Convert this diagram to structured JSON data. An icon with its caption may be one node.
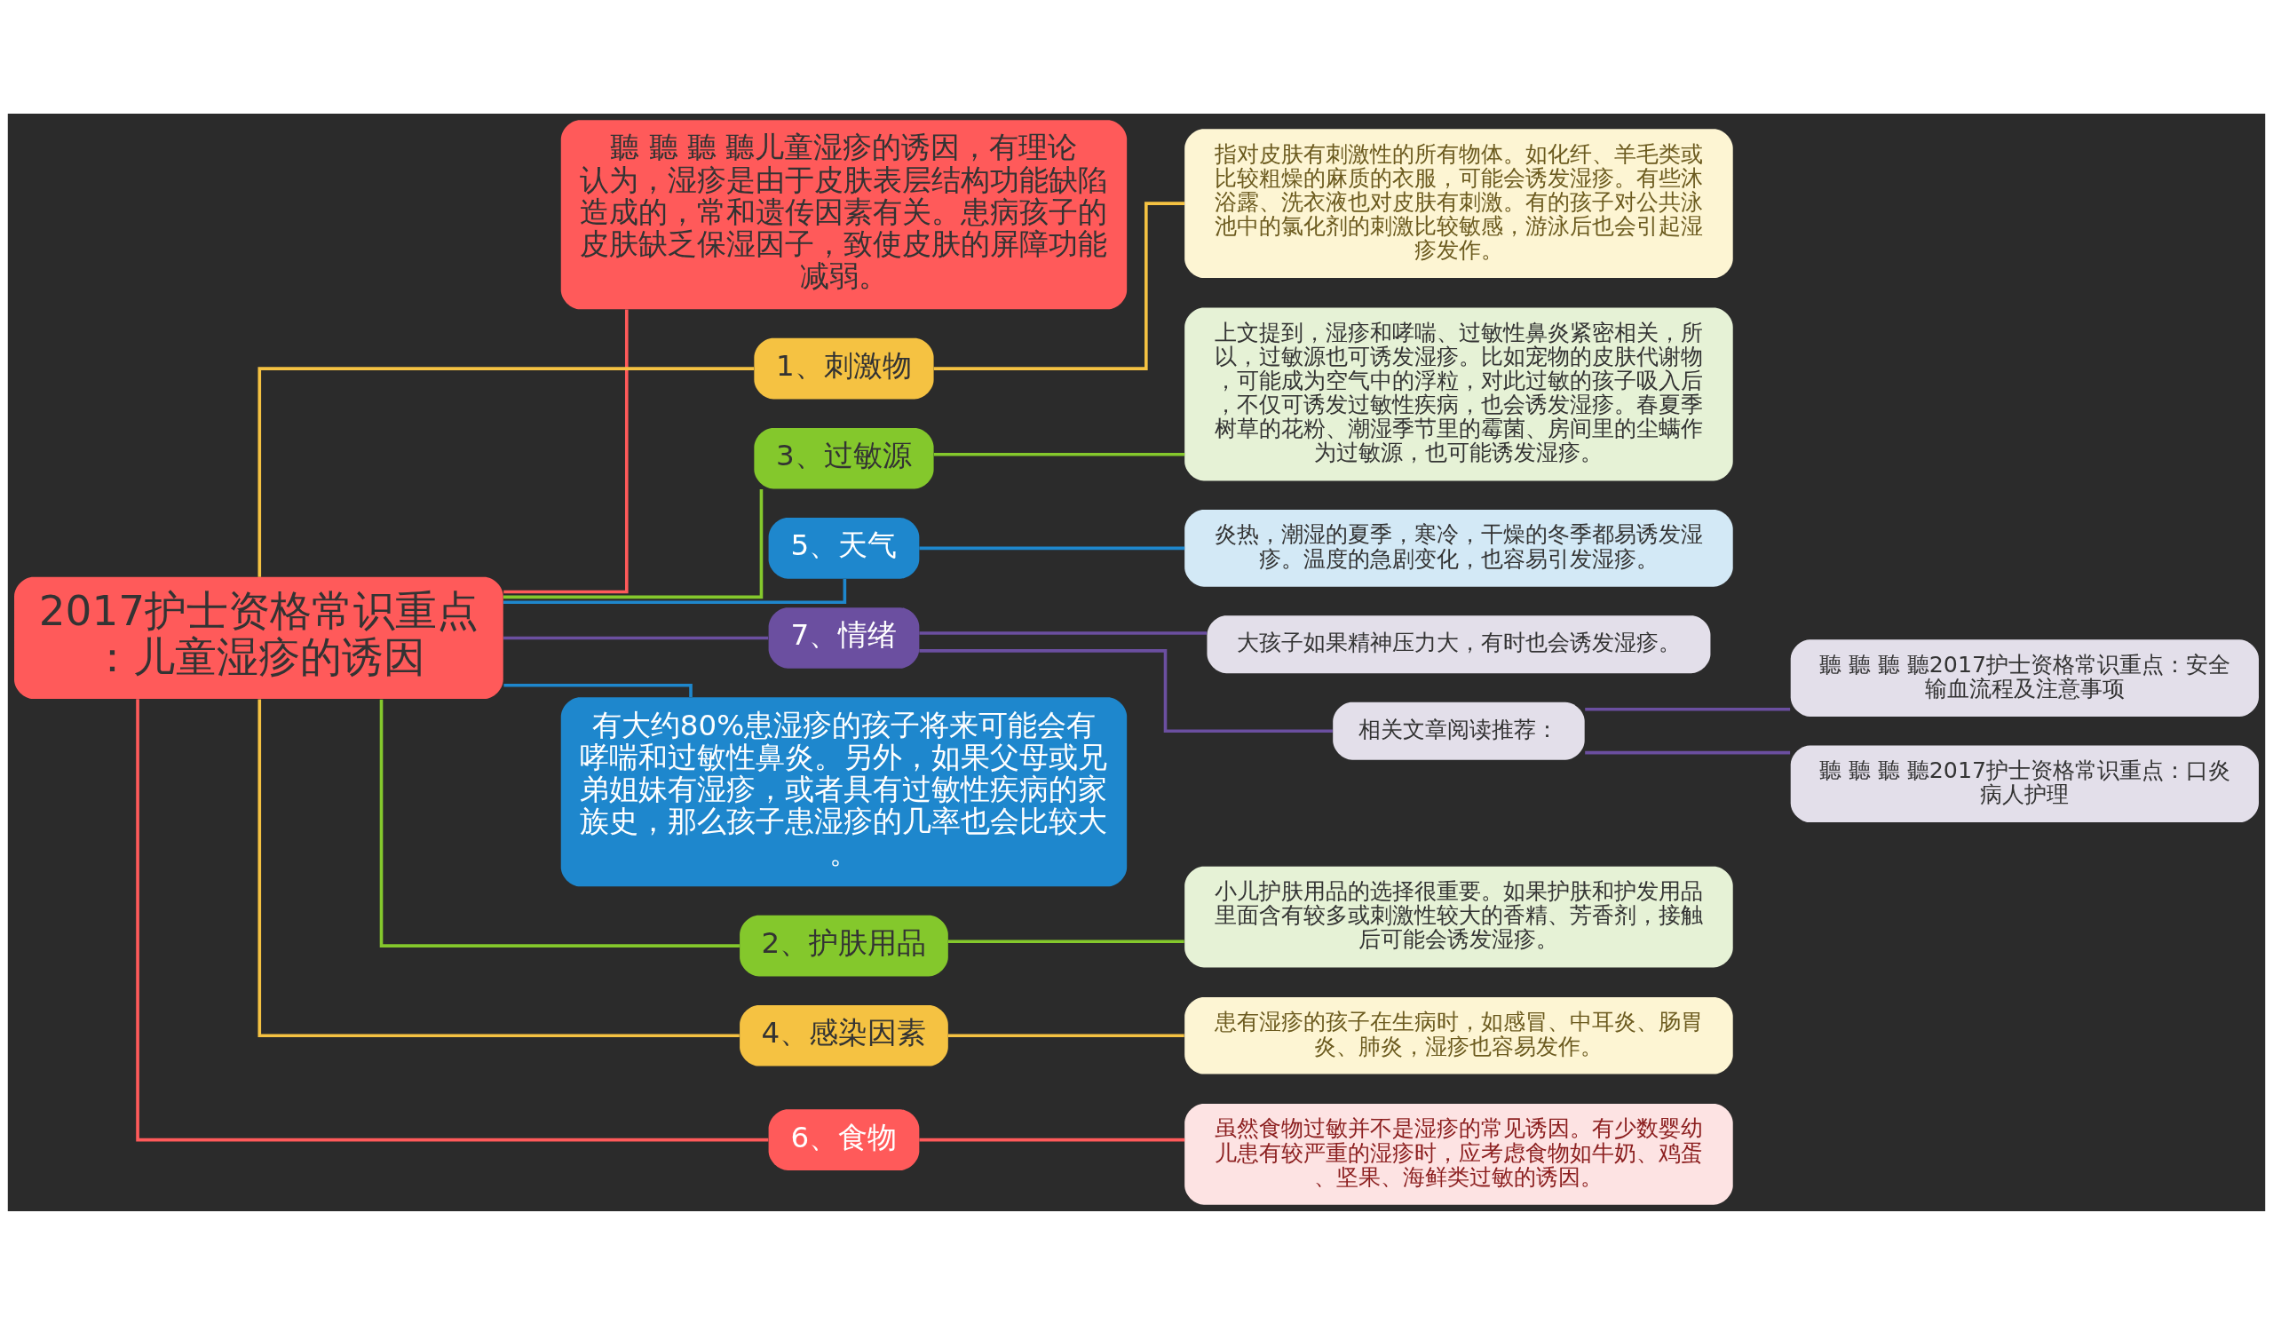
{
  "diagram": {
    "nodes": [
      {
        "text": [
          "2017护士资格常识重点：儿童湿疹的诱因"
        ]
      },
      {
        "text": [
          "聽 聽 聽 聽儿童湿疹的诱因，有理论认为，湿疹是由于皮肤表层结构功能缺陷造成的，常和遗传因素有关。患病孩子的皮肤缺乏保湿因子，致使皮肤的屏障功能减弱。"
        ]
      },
      {
        "text": [
          "1、刺激物"
        ]
      },
      {
        "text": [
          "指对皮肤有刺激性的所有物体。如化纤、羊毛类或比较粗燥的麻质的衣服，可能会诱发湿疹。有些沐浴露、洗衣液也对皮肤有刺激。有的孩子对公共泳池中的氯化剂的刺激比较敏感，游泳后也会引起湿疹发作。"
        ]
      },
      {
        "text": [
          "3、过敏源"
        ]
      },
      {
        "text": [
          "上文提到，湿疹和哮喘、过敏性鼻炎紧密相关，所以，过敏源也可诱发湿疹。比如宠物的皮肤代谢物，可能成为空气中的浮粒，对此过敏的孩子吸入后，不仅可诱发过敏性疾病，也会诱发湿疹。春夏季树草的花粉、潮湿季节里的霉菌、房间里的尘螨作为过敏源，也可能诱发湿疹。"
        ]
      },
      {
        "text": [
          "5、天气"
        ]
      },
      {
        "text": [
          "炎热，潮湿的夏季，寒冷，干燥的冬季都易诱发湿疹。温度的急剧变化，也容易引发湿疹。"
        ]
      },
      {
        "text": [
          "7、情绪"
        ]
      },
      {
        "text": [
          "大孩子如果精神压力大，有时也会诱发湿疹。"
        ]
      },
      {
        "text": [
          "相关文章阅读推荐："
        ]
      },
      {
        "text": [
          "聽 聽 聽 聽2017护士资格常识重点：安全输血流程及注意事项"
        ]
      },
      {
        "text": [
          "聽 聽 聽 聽2017护士资格常识重点：口炎病人护理"
        ]
      },
      {
        "text": [
          "有大约80%患湿疹的孩子将来可能会有哮喘和过敏性鼻炎。另外，如果父母或兄弟姐妹有湿疹，或者具有过敏性疾病的家族史，那么孩子患湿疹的几率也会比较大。"
        ]
      },
      {
        "text": [
          "2、护肤用品"
        ]
      },
      {
        "text": [
          "小儿护肤用品的选择很重要。如果护肤和护发用品里面含有较多或刺激性较大的香精、芳香剂，接触后可能会诱发湿疹。"
        ]
      },
      {
        "text": [
          "4、感染因素"
        ]
      },
      {
        "text": [
          "患有湿疹的孩子在生病时，如感冒、中耳炎、肠胃炎、肺炎，湿疹也容易发作。"
        ]
      },
      {
        "text": [
          "6、食物"
        ]
      },
      {
        "text": [
          "虽然食物过敏并不是湿疹的常见诱因。有少数婴幼儿患有较严重的湿疹时，应考虑食物如牛奶、鸡蛋、坚果、海鲜类过敏的诱因。"
        ]
      }
    ],
    "edges": [
      {
        "from": 0,
        "to": 1,
        "arrow": "none",
        "color": "#ff5a5a"
      },
      {
        "from": 0,
        "to": 2,
        "arrow": "none",
        "color": "#f5c242"
      },
      {
        "from": 2,
        "to": 3,
        "arrow": "none",
        "color": "#f5c242"
      },
      {
        "from": 0,
        "to": 4,
        "arrow": "none",
        "color": "#84c82c"
      },
      {
        "from": 4,
        "to": 5,
        "arrow": "none",
        "color": "#84c82c"
      },
      {
        "from": 0,
        "to": 6,
        "arrow": "none",
        "color": "#1e87cd"
      },
      {
        "from": 6,
        "to": 7,
        "arrow": "none",
        "color": "#1e87cd"
      },
      {
        "from": 0,
        "to": 8,
        "arrow": "none",
        "color": "#6b4fa0"
      },
      {
        "from": 8,
        "to": 9,
        "arrow": "none",
        "color": "#6b4fa0"
      },
      {
        "from": 8,
        "to": 10,
        "arrow": "none",
        "color": "#6b4fa0"
      },
      {
        "from": 10,
        "to": 11,
        "arrow": "none",
        "color": "#6b4fa0"
      },
      {
        "from": 10,
        "to": 12,
        "arrow": "none",
        "color": "#6b4fa0"
      },
      {
        "from": 0,
        "to": 13,
        "arrow": "none",
        "color": "#1e87cd"
      },
      {
        "from": 0,
        "to": 14,
        "arrow": "none",
        "color": "#84c82c"
      },
      {
        "from": 14,
        "to": 15,
        "arrow": "none",
        "color": "#84c82c"
      },
      {
        "from": 0,
        "to": 16,
        "arrow": "none",
        "color": "#f5c242"
      },
      {
        "from": 16,
        "to": 17,
        "arrow": "none",
        "color": "#f5c242"
      },
      {
        "from": 0,
        "to": 18,
        "arrow": "none",
        "color": "#ff5a5a"
      },
      {
        "from": 18,
        "to": 19,
        "arrow": "none",
        "color": "#ff5a5a"
      }
    ]
  }
}
